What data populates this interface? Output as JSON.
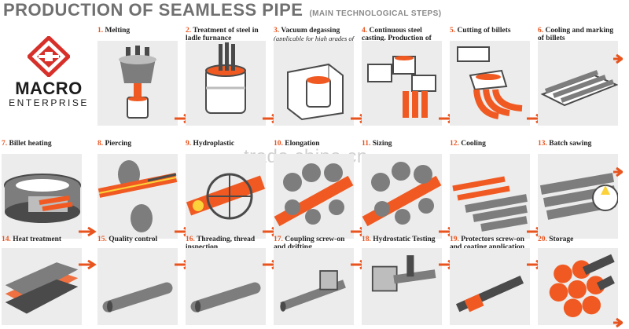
{
  "header": {
    "title": "PRODUCTION OF SEAMLESS PIPE",
    "subtitle": "(MAIN TECHNOLOGICAL STEPS)"
  },
  "logo": {
    "brand": "MACRO",
    "sub": "ENTERPRISE",
    "mark_color": "#d7302a"
  },
  "watermark": "trade.china.cn",
  "colors": {
    "accent": "#e8531e",
    "card": "#ececec",
    "steel": "#7d7d7d",
    "hot": "#f05a22"
  },
  "steps": [
    {
      "num": "1.",
      "title": "Melting",
      "note": ""
    },
    {
      "num": "2.",
      "title": "Treatment of steel in ladle furnance",
      "note": ""
    },
    {
      "num": "3.",
      "title": "Vacuum degassing",
      "note": "(applicable for high grades of steel)"
    },
    {
      "num": "4.",
      "title": "Continuous steel casting. Production of billets",
      "note": ""
    },
    {
      "num": "5.",
      "title": "Cutting of billets",
      "note": ""
    },
    {
      "num": "6.",
      "title": "Cooling and marking of billets",
      "note": ""
    },
    {
      "num": "7.",
      "title": "Billet heating",
      "note": ""
    },
    {
      "num": "8.",
      "title": "Piercing",
      "note": ""
    },
    {
      "num": "9.",
      "title": "Hydroplastic",
      "note": ""
    },
    {
      "num": "10.",
      "title": "Elongation",
      "note": ""
    },
    {
      "num": "11.",
      "title": "Sizing",
      "note": ""
    },
    {
      "num": "12.",
      "title": "Cooling",
      "note": ""
    },
    {
      "num": "13.",
      "title": "Batch sawing",
      "note": ""
    },
    {
      "num": "14.",
      "title": "Heat treatment",
      "note": ""
    },
    {
      "num": "15.",
      "title": "Quality control",
      "note": ""
    },
    {
      "num": "16.",
      "title": "Threading, thread inspection",
      "note": ""
    },
    {
      "num": "17.",
      "title": "Coupling screw-on and drifting",
      "note": ""
    },
    {
      "num": "18.",
      "title": "Hydrostatic Testing",
      "note": ""
    },
    {
      "num": "19.",
      "title": "Protectors screw-on and coating application",
      "note": ""
    },
    {
      "num": "20.",
      "title": "Storage",
      "note": ""
    }
  ]
}
